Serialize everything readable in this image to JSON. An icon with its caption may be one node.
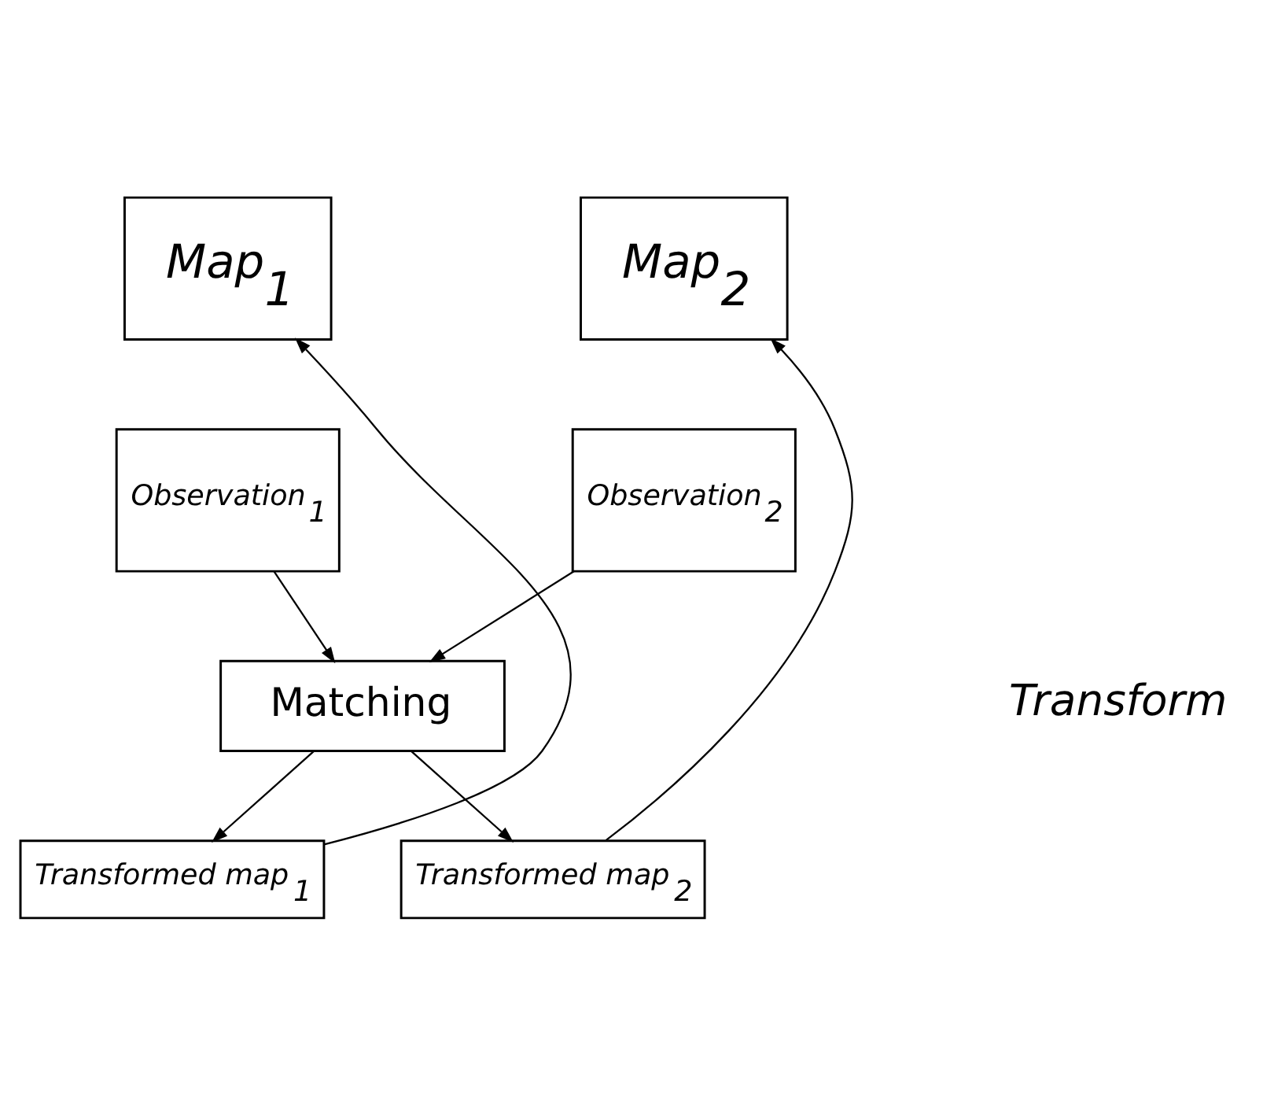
{
  "diagram": {
    "nodes": [
      {
        "text": [
          "Map$_{1}$"
        ]
      },
      {
        "text": [
          "Observation$_{1}$"
        ]
      },
      {
        "text": [
          "Map$_{2}$"
        ]
      },
      {
        "text": [
          "Observation$_{2}$"
        ]
      },
      {
        "text": [
          "Matching"
        ]
      },
      {
        "text": [
          "Transformed map$_{1}$"
        ]
      },
      {
        "text": [
          "Transformed map$_{2}$"
        ]
      }
    ],
    "edges": [
      {
        "from": 1,
        "to": 4,
        "arrow": "to"
      },
      {
        "from": 3,
        "to": 4,
        "arrow": "to"
      },
      {
        "from": 4,
        "to": 5,
        "arrow": "to"
      },
      {
        "from": 4,
        "to": 6,
        "arrow": "to"
      },
      {
        "from": 5,
        "to": 0,
        "arrow": "to"
      },
      {
        "from": 6,
        "to": 2,
        "arrow": "to"
      }
    ],
    "labels": [
      "Transform"
    ]
  }
}
